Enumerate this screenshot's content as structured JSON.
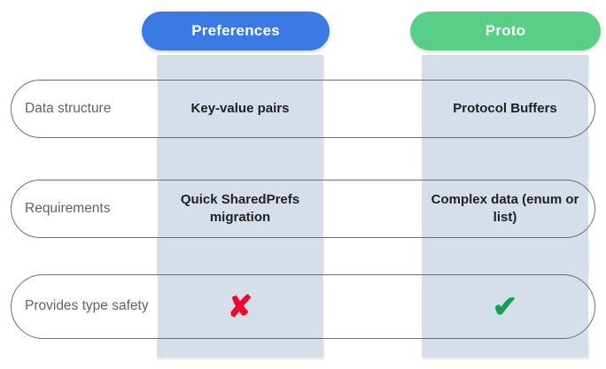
{
  "header": {
    "columns": [
      {
        "label": "Preferences",
        "color": "#3b7ae4",
        "icon": "pill-button"
      },
      {
        "label": "Proto",
        "color": "#58ce86",
        "icon": "pill-button"
      }
    ]
  },
  "highlight_band_color": "#d6dfe9",
  "table": {
    "rows": [
      {
        "label": "Data structure",
        "preferences": "Key-value pairs",
        "proto": "Protocol Buffers",
        "type": "text"
      },
      {
        "label": "Requirements",
        "preferences": "Quick SharedPrefs migration",
        "proto": "Complex data (enum or list)",
        "type": "text"
      },
      {
        "label": "Provides type safety",
        "preferences": "✘",
        "proto": "✔",
        "preferences_icon": "cross-mark-icon",
        "proto_icon": "check-mark-icon",
        "preferences_color": "#f4002a",
        "proto_color": "#12a150",
        "type": "mark"
      }
    ]
  }
}
